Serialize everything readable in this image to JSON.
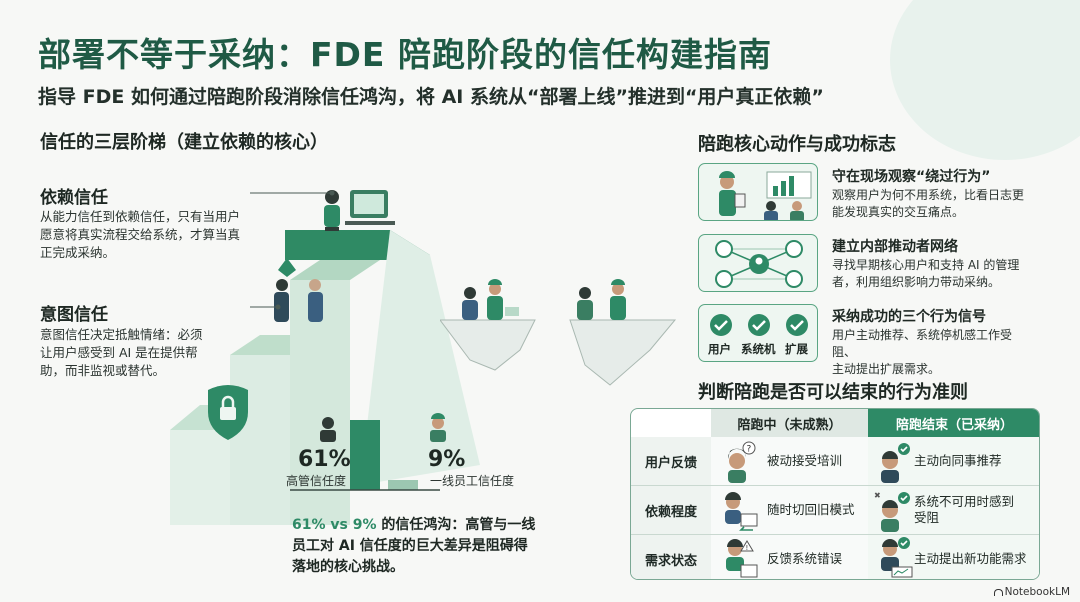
{
  "header": {
    "title": "部署不等于采纳：FDE 陪跑阶段的信任构建指南",
    "subtitle": "指导 FDE 如何通过陪跑阶段消除信任鸿沟，将 AI 系统从“部署上线”推进到“用户真正依赖”"
  },
  "left": {
    "section_title": "信任的三层阶梯（建立依赖的核心）",
    "tier_top": {
      "title": "依赖信任",
      "desc_lines": [
        "从能力信任到依赖信任，只有当用户",
        "愿意将真实流程交给系统，才算当真",
        "正完成采纳。"
      ]
    },
    "tier_mid": {
      "title": "意图信任",
      "desc_lines": [
        "意图信任决定抵触情绪：必须",
        "让用户感受到 AI 是在提供帮",
        "助，而非监视或替代。"
      ]
    },
    "gap": {
      "exec_value": "61%",
      "exec_label": "高管信任度",
      "worker_value": "9%",
      "worker_label": "一线员工信任度",
      "text_highlight": "61% vs 9%",
      "text_rest": " 的信任鸿沟：高管与一线员工对 AI 信任度的巨大差异是阻碍得落地的核心挑战。"
    },
    "colors": {
      "accent": "#2e8a66",
      "stair_light": "#d6ebe0",
      "stair_mid": "#b9dcc9",
      "stair_dark": "#2f8a64"
    }
  },
  "right": {
    "section_title": "陪跑核心动作与成功标志",
    "actions": [
      {
        "title": "守在现场观察“绕过行为”",
        "desc_lines": [
          "观察用户为何不用系统，比看日志更",
          "能发现真实的交互痛点。"
        ]
      },
      {
        "title": "建立内部推动者网络",
        "desc_lines": [
          "寻找早期核心用户和支持 AI 的管理",
          "者，利用组织影响力带动采纳。"
        ]
      },
      {
        "title": "采纳成功的三个行为信号",
        "desc_lines": [
          "用户主动推荐、系统停机感工作受阻、",
          "主动提出扩展需求。"
        ]
      }
    ],
    "signals": [
      "用户",
      "系统机",
      "扩展"
    ],
    "criteria": {
      "title": "判断陪跑是否可以结束的行为准则",
      "col_a": "陪跑中（未成熟）",
      "col_b": "陪跑结束（已采纳）",
      "rows": [
        {
          "label": "用户反馈",
          "a": "被动接受培训",
          "b": "主动向同事推荐"
        },
        {
          "label": "依赖程度",
          "a": "随时切回旧模式",
          "b_lines": [
            "系统不可用时感到",
            "受阻"
          ]
        },
        {
          "label": "需求状态",
          "a": "反馈系统错误",
          "b": "主动提出新功能需求"
        }
      ]
    }
  },
  "brand": "NotebookLM"
}
